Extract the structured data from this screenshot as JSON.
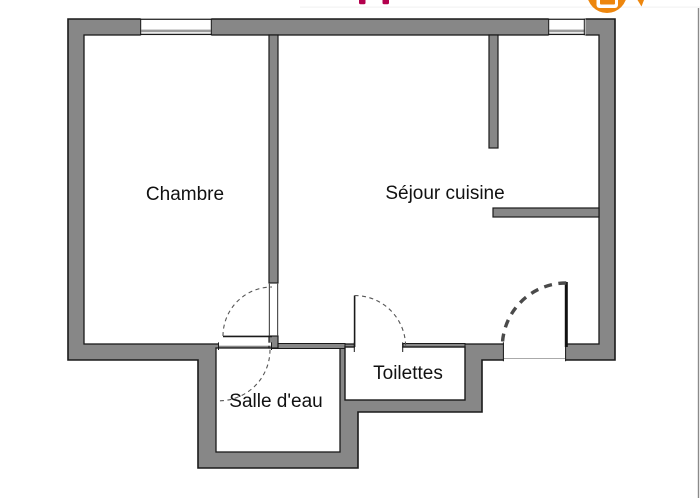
{
  "decor": {
    "title_fragment_color": "#b3004d",
    "icon_color": "#ed860d",
    "page_border_color": "#8a8a8a"
  },
  "floorplan": {
    "wall_fill": "#878787",
    "line_color": "#1a1a1a",
    "rooms": {
      "chambre": "Chambre",
      "sejour": "Séjour cuisine",
      "salle_eau": "Salle d'eau",
      "toilettes": "Toilettes"
    },
    "windows": [
      "chambre-window",
      "sejour-window"
    ],
    "doors": [
      "chambre-door",
      "salle-deau-door",
      "toilettes-door",
      "entrance-door"
    ]
  }
}
